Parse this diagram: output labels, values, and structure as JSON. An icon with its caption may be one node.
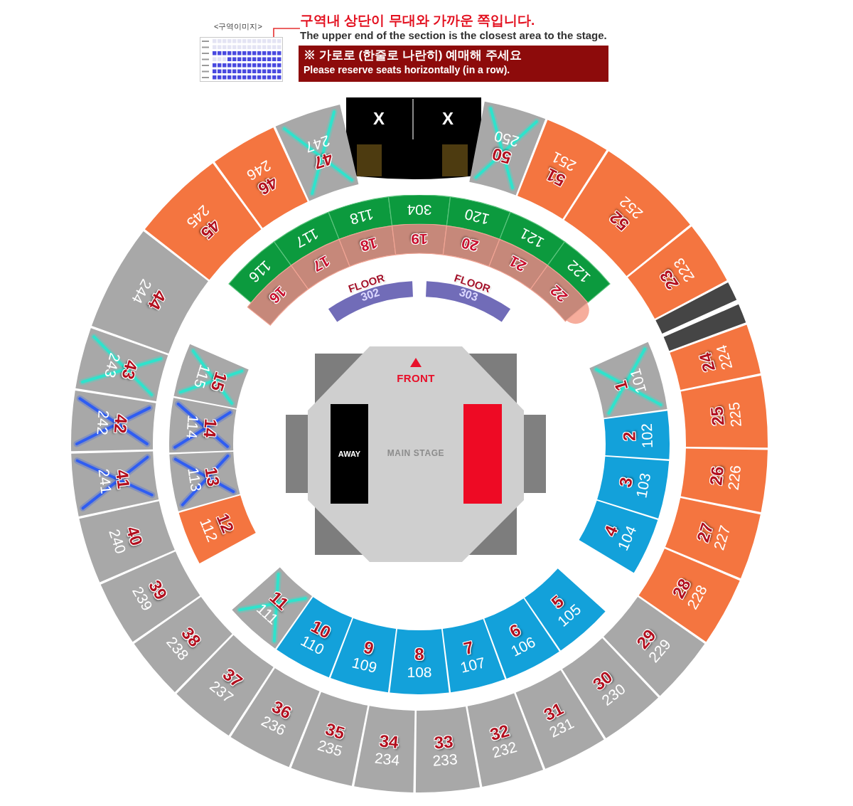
{
  "diagram": {
    "nodes": [
      {
        "text": [],
        "shape": "picture",
        "beside": [
          "<구역이미지>"
        ]
      },
      {
        "text": [
          "구역내 상단이 무대와 가까운 쪽입니다.",
          "The upper end of the section is the closest area to the stage."
        ]
      },
      {
        "text": [
          "※ 가로로 (한줄로 나란히) 예매해 주세요",
          "Please reserve seats horizontally (in a row)."
        ]
      },
      {
        "text": [
          "X"
        ]
      },
      {
        "text": [
          "X"
        ]
      },
      {
        "text": [
          "47",
          "247"
        ]
      },
      {
        "text": [
          "50",
          "250"
        ]
      },
      {
        "text": [
          "51",
          "251"
        ]
      },
      {
        "text": [
          "52",
          "252"
        ]
      },
      {
        "text": [
          "23",
          "223"
        ]
      },
      {
        "text": [
          "24",
          "224"
        ]
      },
      {
        "text": [
          "25",
          "225"
        ]
      },
      {
        "text": [
          "26",
          "226"
        ]
      },
      {
        "text": [
          "27",
          "227"
        ]
      },
      {
        "text": [
          "28",
          "228"
        ]
      },
      {
        "text": [
          "29",
          "229"
        ]
      },
      {
        "text": [
          "30",
          "230"
        ]
      },
      {
        "text": [
          "31",
          "231"
        ]
      },
      {
        "text": [
          "32",
          "232"
        ]
      },
      {
        "text": [
          "33",
          "233"
        ]
      },
      {
        "text": [
          "34",
          "234"
        ]
      },
      {
        "text": [
          "35",
          "235"
        ]
      },
      {
        "text": [
          "36",
          "236"
        ]
      },
      {
        "text": [
          "37",
          "237"
        ]
      },
      {
        "text": [
          "38",
          "238"
        ]
      },
      {
        "text": [
          "39",
          "239"
        ]
      },
      {
        "text": [
          "40",
          "240"
        ]
      },
      {
        "text": [
          "41",
          "241"
        ]
      },
      {
        "text": [
          "42",
          "242"
        ]
      },
      {
        "text": [
          "43",
          "243"
        ]
      },
      {
        "text": [
          "44",
          "244"
        ]
      },
      {
        "text": [
          "45",
          "245"
        ]
      },
      {
        "text": [
          "46",
          "246"
        ]
      },
      {
        "text": [
          "116"
        ]
      },
      {
        "text": [
          "117"
        ]
      },
      {
        "text": [
          "118"
        ]
      },
      {
        "text": [
          "304"
        ]
      },
      {
        "text": [
          "120"
        ]
      },
      {
        "text": [
          "121"
        ]
      },
      {
        "text": [
          "122"
        ]
      },
      {
        "text": [
          "16"
        ]
      },
      {
        "text": [
          "17"
        ]
      },
      {
        "text": [
          "18"
        ]
      },
      {
        "text": [
          "19"
        ]
      },
      {
        "text": [
          "20"
        ]
      },
      {
        "text": [
          "21"
        ]
      },
      {
        "text": [
          "22"
        ]
      },
      {
        "text": [
          "FLOOR",
          "302"
        ]
      },
      {
        "text": [
          "FLOOR",
          "303"
        ]
      },
      {
        "text": [
          "FRONT",
          "MAIN STAGE"
        ]
      },
      {
        "text": [
          "AWAY"
        ],
        "in": 49
      },
      {
        "text": [],
        "shape": "box",
        "in": 49
      },
      {
        "text": [
          "1",
          "101"
        ]
      },
      {
        "text": [
          "2",
          "102"
        ]
      },
      {
        "text": [
          "3",
          "103"
        ]
      },
      {
        "text": [
          "4",
          "104"
        ]
      },
      {
        "text": [
          "5",
          "105"
        ]
      },
      {
        "text": [
          "6",
          "106"
        ]
      },
      {
        "text": [
          "7",
          "107"
        ]
      },
      {
        "text": [
          "8",
          "108"
        ]
      },
      {
        "text": [
          "9",
          "109"
        ]
      },
      {
        "text": [
          "10",
          "110"
        ]
      },
      {
        "text": [
          "11",
          "111"
        ]
      },
      {
        "text": [
          "12",
          "112"
        ]
      },
      {
        "text": [
          "13",
          "113"
        ]
      },
      {
        "text": [
          "14",
          "114"
        ]
      },
      {
        "text": [
          "15",
          "115"
        ]
      },
      {
        "text": [],
        "shape": "bar"
      },
      {
        "text": [],
        "shape": "bar"
      }
    ],
    "edges": [
      {
        "from": 1,
        "to": 0,
        "arrow": "none"
      }
    ]
  }
}
